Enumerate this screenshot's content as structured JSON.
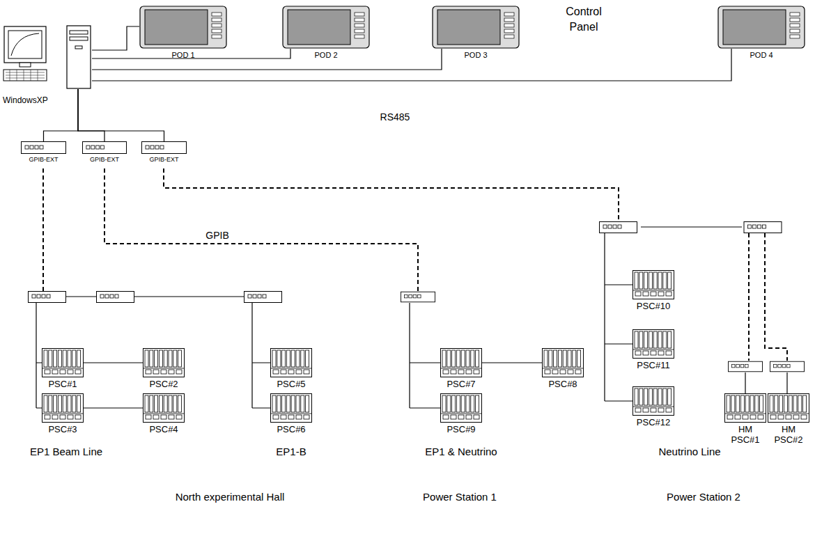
{
  "diagram": {
    "nodes": [
      {
        "text": [
          "WindowsXP"
        ]
      },
      {
        "text": [
          "POD 1"
        ]
      },
      {
        "text": [
          "POD 2"
        ]
      },
      {
        "text": [
          "POD 3"
        ]
      },
      {
        "text": [
          "POD 4"
        ]
      },
      {
        "text": [
          "GPIB-EXT"
        ]
      },
      {
        "text": [
          "GPIB-EXT"
        ]
      },
      {
        "text": [
          "GPIB-EXT"
        ]
      },
      {
        "text": [
          "PSC#1"
        ]
      },
      {
        "text": [
          "PSC#2"
        ]
      },
      {
        "text": [
          "PSC#3"
        ]
      },
      {
        "text": [
          "PSC#4"
        ]
      },
      {
        "text": [
          "PSC#5"
        ]
      },
      {
        "text": [
          "PSC#6"
        ]
      },
      {
        "text": [
          "PSC#7"
        ]
      },
      {
        "text": [
          "PSC#8"
        ]
      },
      {
        "text": [
          "PSC#9"
        ]
      },
      {
        "text": [
          "PSC#10"
        ]
      },
      {
        "text": [
          "PSC#11"
        ]
      },
      {
        "text": [
          "PSC#12"
        ]
      },
      {
        "text": [
          "HM PSC#1"
        ]
      },
      {
        "text": [
          "HM PSC#2"
        ]
      }
    ],
    "edges": [
      {
        "from": 0,
        "to": 1,
        "arrow": "none"
      },
      {
        "from": 0,
        "to": 2,
        "arrow": "none"
      },
      {
        "from": 0,
        "to": 3,
        "arrow": "none"
      },
      {
        "from": 0,
        "to": 4,
        "arrow": "none"
      },
      {
        "from": 0,
        "to": 5,
        "arrow": "none"
      },
      {
        "from": 0,
        "to": 6,
        "arrow": "none"
      },
      {
        "from": 0,
        "to": 7,
        "arrow": "none"
      },
      {
        "from": 8,
        "to": 9,
        "arrow": "none"
      },
      {
        "from": 10,
        "to": 11,
        "arrow": "none"
      },
      {
        "from": 14,
        "to": 15,
        "arrow": "none"
      }
    ],
    "labels": [
      "Control Panel",
      "RS485",
      "GPIB",
      "EP1 Beam Line",
      "EP1-B",
      "EP1 & Neutrino",
      "Neutrino Line",
      "North experimental Hall",
      "Power Station 1",
      "Power Station 2"
    ]
  }
}
